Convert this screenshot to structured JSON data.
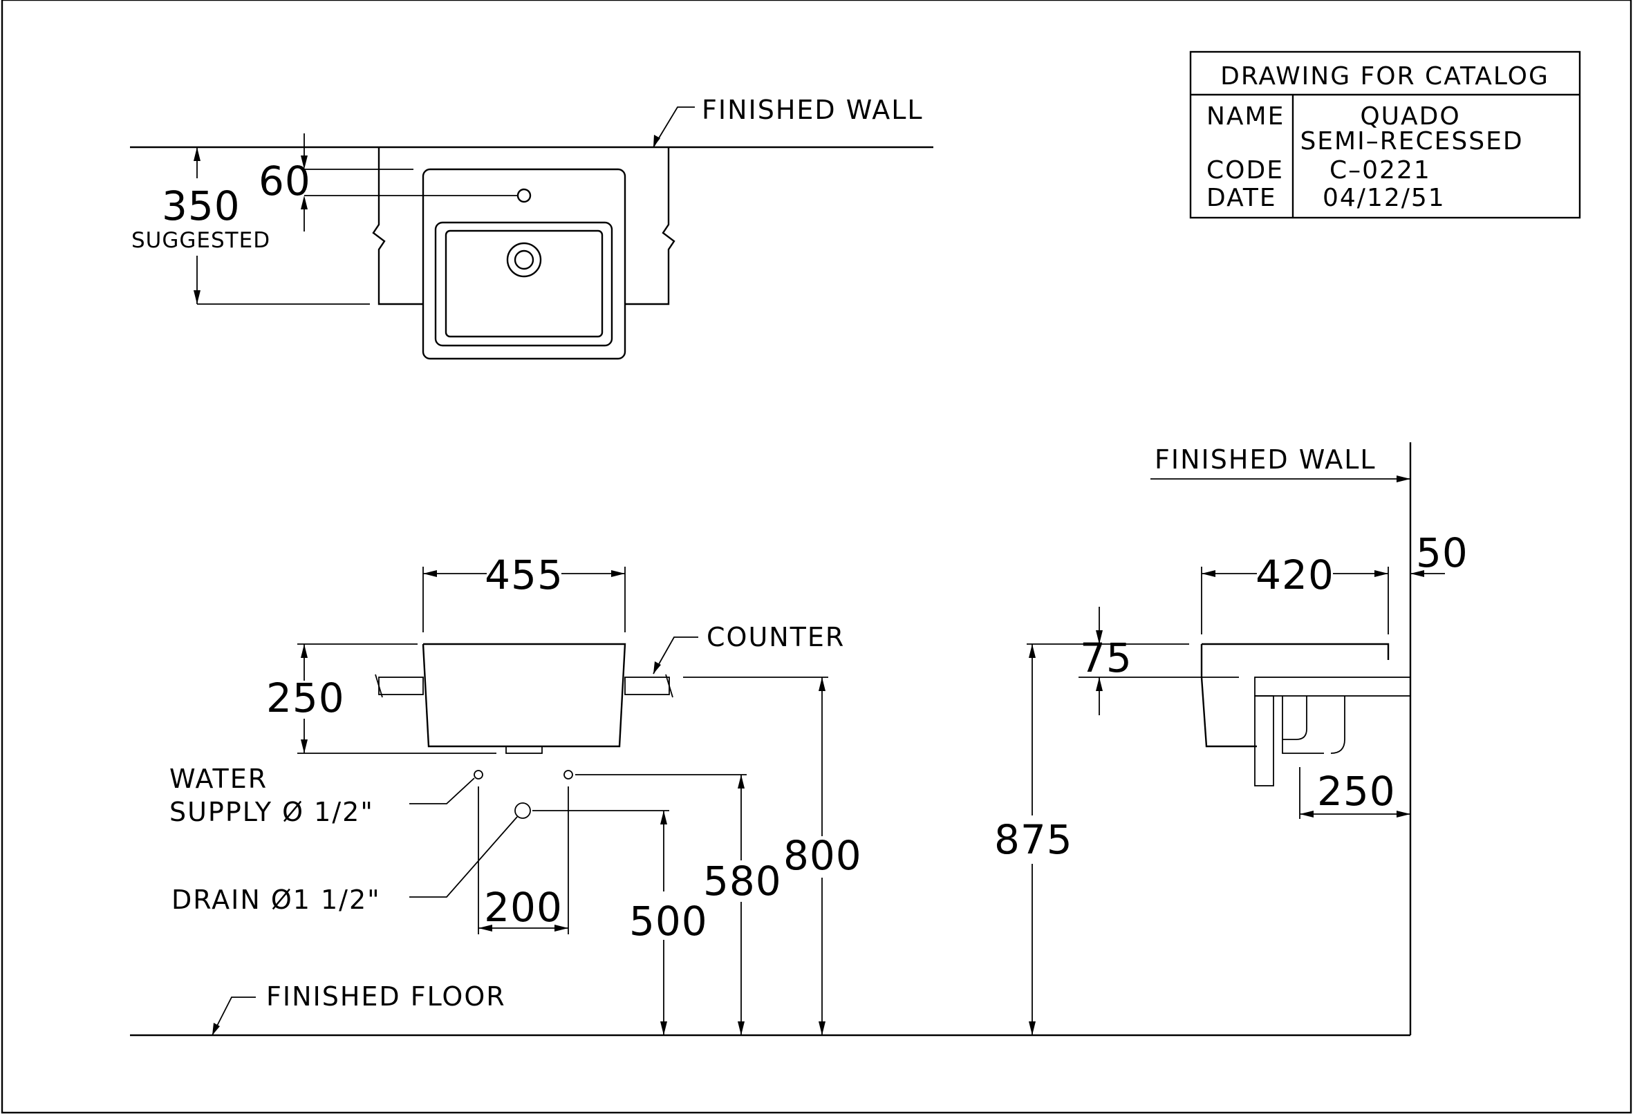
{
  "title_block": {
    "heading": "DRAWING FOR CATALOG",
    "name_label": "NAME",
    "name_value_1": "QUADO",
    "name_value_2": "SEMI–RECESSED",
    "code_label": "CODE",
    "code_value": "C–0221",
    "date_label": "DATE",
    "date_value": "04/12/51"
  },
  "plan_view": {
    "wall_label": "FINISHED  WALL",
    "dim_60": "60",
    "dim_350": "350",
    "suggested": "SUGGESTED"
  },
  "front_view": {
    "dim_455": "455",
    "counter_label": "COUNTER",
    "dim_250": "250",
    "water_supply_1": "WATER",
    "water_supply_2": "SUPPLY Ø 1/2\"",
    "drain": "DRAIN Ø1  1/2\"",
    "dim_200": "200",
    "dim_500": "500",
    "dim_580": "580",
    "dim_800": "800",
    "floor_label": "FINISHED  FLOOR"
  },
  "side_view": {
    "wall_label": "FINISHED  WALL",
    "dim_420": "420",
    "dim_50": "50",
    "dim_75": "75",
    "dim_250": "250",
    "dim_875": "875"
  }
}
